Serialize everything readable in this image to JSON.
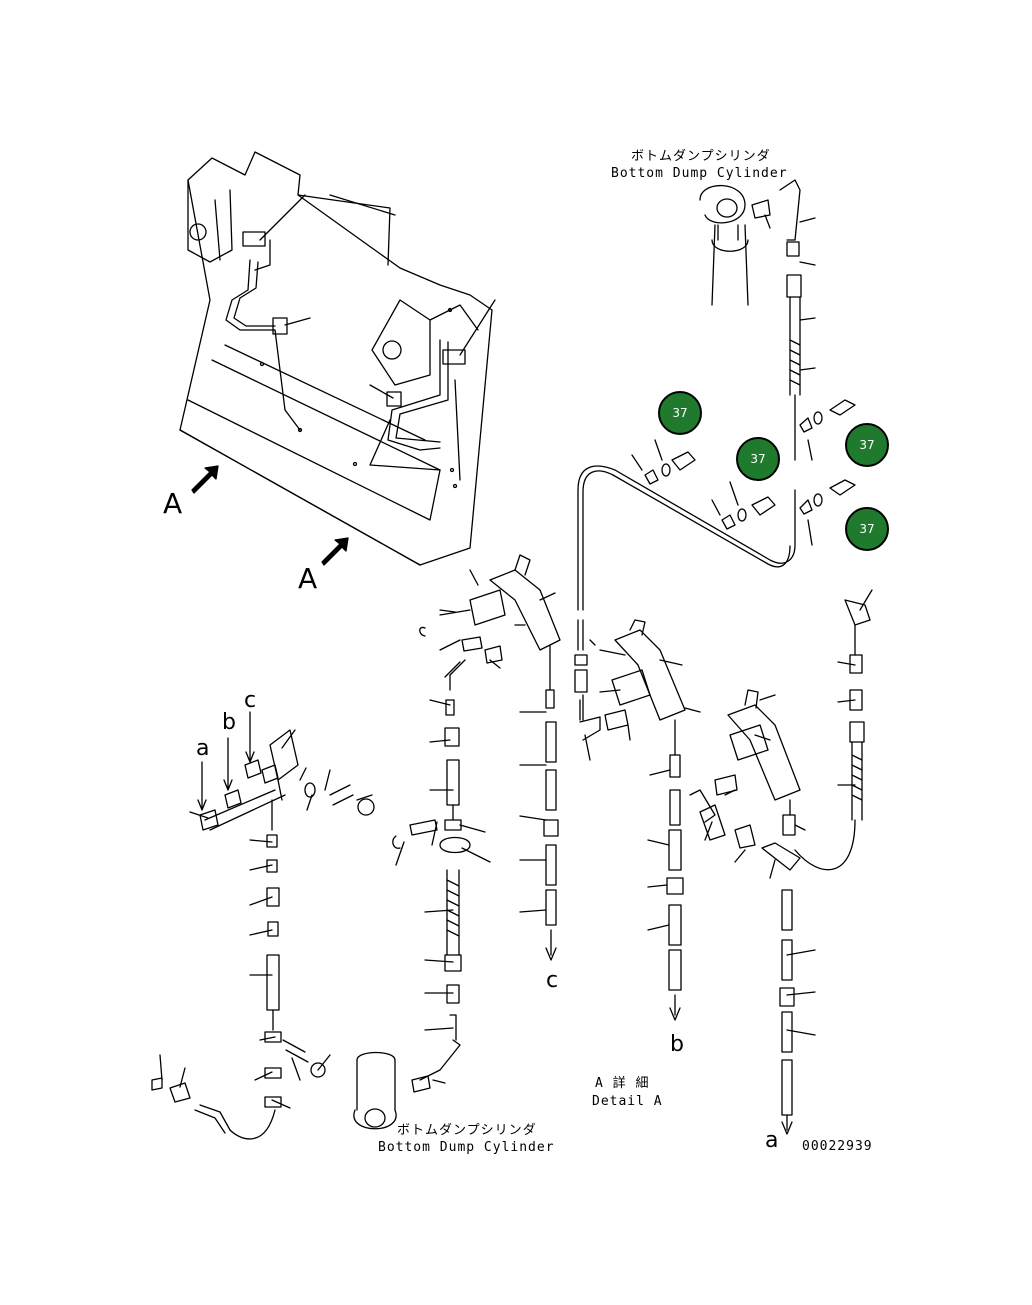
{
  "labels": {
    "bottom_dump_cylinder_top_jp": "ボトムダンプシリンダ",
    "bottom_dump_cylinder_top_en": "Bottom Dump Cylinder",
    "bottom_dump_cylinder_bottom_jp": "ボトムダンプシリンダ",
    "bottom_dump_cylinder_bottom_en": "Bottom Dump Cylinder",
    "detail_a_jp": "A 詳 細",
    "detail_a_en": "Detail A",
    "view_a_1": "A",
    "view_a_2": "A",
    "port_a": "a",
    "port_b": "b",
    "port_c": "c",
    "end_c": "c",
    "end_b": "b",
    "end_a": "a",
    "figure_number": "00022939"
  },
  "callouts": [
    {
      "id": "callout-1",
      "text": "37"
    },
    {
      "id": "callout-2",
      "text": "37"
    },
    {
      "id": "callout-3",
      "text": "37"
    },
    {
      "id": "callout-4",
      "text": "37"
    }
  ],
  "colors": {
    "callout_fill": "#1f7a2e",
    "callout_text": "#ffffff",
    "line": "#000000"
  }
}
